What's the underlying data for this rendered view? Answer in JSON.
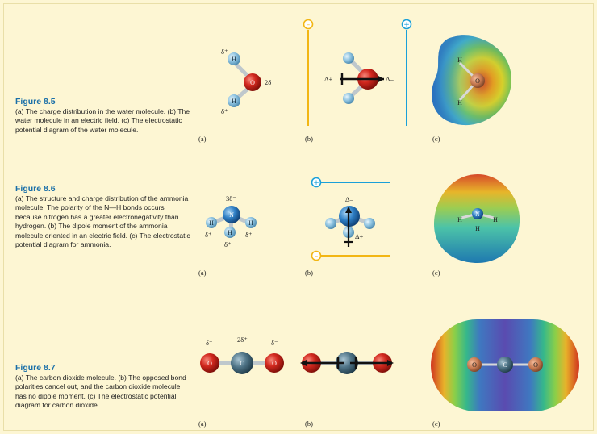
{
  "figures": [
    {
      "title": "Figure 8.5",
      "caption": "(a) The charge distribution in the water molecule. (b) The water molecule in an electric field. (c) The electrostatic potential diagram of the water molecule.",
      "panel_labels": [
        "(a)",
        "(b)",
        "(c)"
      ],
      "panel_a": {
        "h_label": "H",
        "o_label": "O",
        "h_charge": "δ⁺",
        "o_charge": "2δ⁻"
      },
      "panel_b": {
        "left_delta": "Δ+",
        "right_delta": "Δ–",
        "neg_plate": "–",
        "pos_plate": "+"
      },
      "panel_c": {
        "h_label": "H",
        "o_label": "O"
      }
    },
    {
      "title": "Figure 8.6",
      "caption": "(a) The structure and charge distribution of the ammonia molecule. The polarity of the N—H bonds occurs because nitrogen has a greater electronegativity than hydrogen. (b) The dipole moment of the ammonia molecule oriented in an electric field. (c) The electrostatic potential diagram for ammonia.",
      "panel_labels": [
        "(a)",
        "(b)",
        "(c)"
      ],
      "panel_a": {
        "n_label": "N",
        "h_label": "H",
        "n_charge": "3δ⁻",
        "h_charge": "δ⁺"
      },
      "panel_b": {
        "top_delta": "Δ–",
        "bottom_delta": "Δ+",
        "pos_plate": "+",
        "neg_plate": "–"
      },
      "panel_c": {
        "n_label": "N",
        "h_label": "H"
      }
    },
    {
      "title": "Figure 8.7",
      "caption": "(a) The carbon dioxide molecule. (b) The opposed bond polarities cancel out, and the carbon dioxide molecule has no dipole moment. (c) The electrostatic potential diagram for carbon dioxide.",
      "panel_labels": [
        "(a)",
        "(b)",
        "(c)"
      ],
      "panel_a": {
        "o_label": "O",
        "c_label": "C",
        "o_charge": "δ⁻",
        "c_charge": "2δ⁺"
      },
      "panel_c": {
        "o_label": "O",
        "c_label": "C"
      }
    }
  ],
  "colors": {
    "background": "#fdf6d3",
    "title_blue": "#1a6fa8",
    "oxygen_red": "#d2281e",
    "hydrogen_blue": "#8ec3e0",
    "nitrogen_blue": "#2e7ec4",
    "carbon_gray": "#4e7386",
    "plate_yellow": "#f2b614",
    "plate_blue": "#1aa0d8"
  }
}
